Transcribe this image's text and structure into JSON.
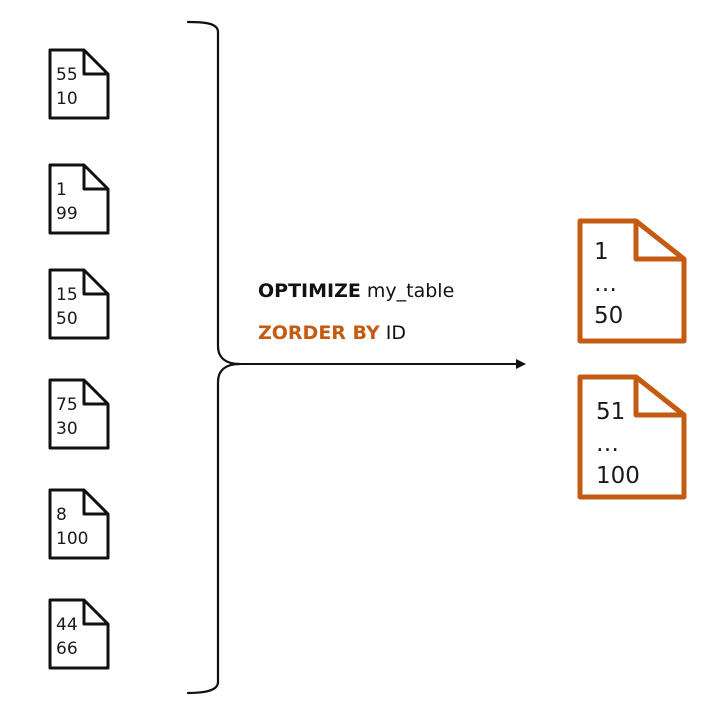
{
  "input_files": [
    {
      "line1": "55",
      "line2": "10"
    },
    {
      "line1": "1",
      "line2": "99"
    },
    {
      "line1": "15",
      "line2": "50"
    },
    {
      "line1": "75",
      "line2": "30"
    },
    {
      "line1": "8",
      "line2": "100"
    },
    {
      "line1": "44",
      "line2": "66"
    }
  ],
  "command": {
    "line1_keyword": "OPTIMIZE",
    "line1_rest": " my_table",
    "line2_keyword": "ZORDER BY",
    "line2_rest": " ID"
  },
  "output_files": [
    {
      "line1": "1",
      "line2": "…",
      "line3": "50"
    },
    {
      "line1": "51",
      "line2": "…",
      "line3": "100"
    }
  ],
  "colors": {
    "input_stroke": "#111111",
    "output_stroke": "#C55A11",
    "keyword_accent": "#C55A11",
    "text": "#111111"
  }
}
